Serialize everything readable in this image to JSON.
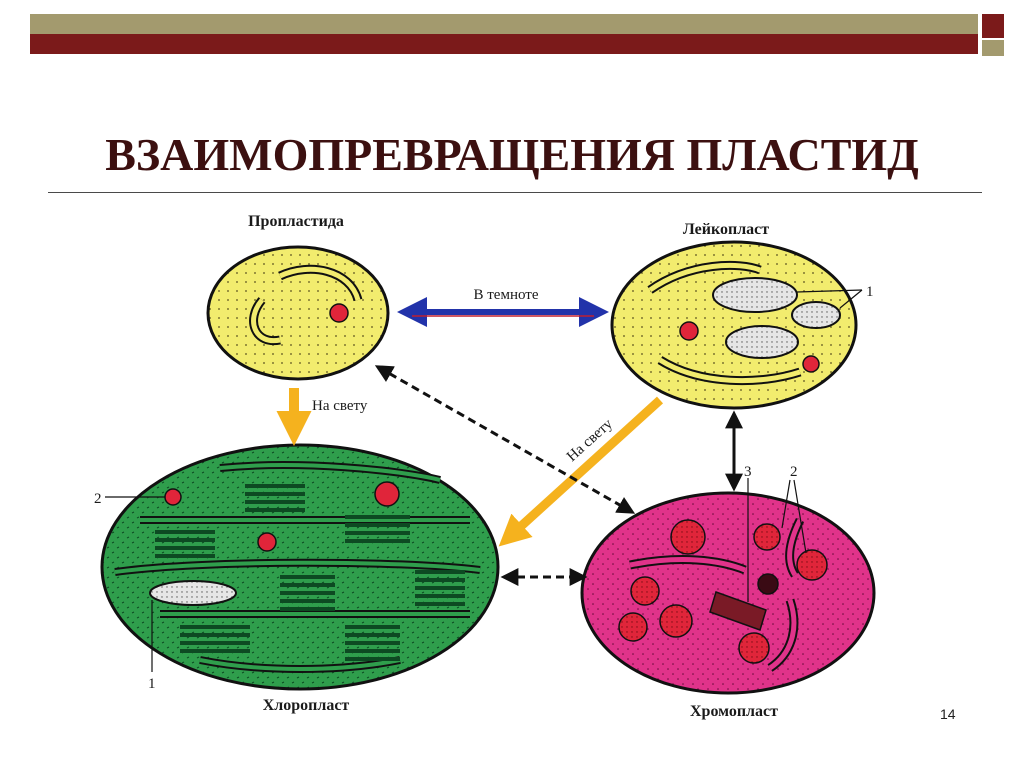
{
  "title": "ВЗАИМОПРЕВРАЩЕНИЯ ПЛАСТИД",
  "page_number": "14",
  "colors": {
    "header_olive": "#a39a6e",
    "header_maroon": "#7b1a1a",
    "yellow_plastid": "#f2ec6e",
    "chloroplast_green": "#2f9e4c",
    "chromoplast_pink": "#e0338a",
    "arrow_blue": "#2233aa",
    "arrow_orange": "#f5b21e"
  },
  "diagram": {
    "proplastid_label": "Пропластида",
    "leucoplast_label": "Лейкопласт",
    "chloroplast_label": "Хлоропласт",
    "chromoplast_label": "Хромопласт",
    "dark_label": "В темноте",
    "light_label_1": "На свету",
    "light_label_2": "На свету",
    "marker_1_leuco": "1",
    "marker_2_chloro": "2",
    "marker_1_chloro": "1",
    "marker_3_chromo": "3",
    "marker_2_chromo": "2"
  }
}
